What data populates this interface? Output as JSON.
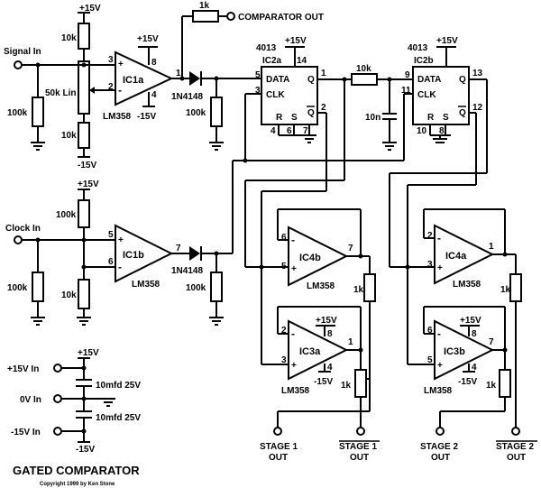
{
  "diagram": {
    "title": "GATED COMPARATOR",
    "copyright": "Copyright 1999 by Ken Stone"
  },
  "opamps": {
    "ic1a": {
      "name": "IC1a",
      "part": "LM358",
      "pin_plus": "3",
      "pin_minus": "2",
      "pin_out": "1",
      "pin_vpos": "8",
      "pin_vneg": "4",
      "vpos": "+15V",
      "vneg": "-15V"
    },
    "ic1b": {
      "name": "IC1b",
      "part": "LM358",
      "pin_plus": "5",
      "pin_minus": "6",
      "pin_out": "7"
    },
    "ic4b": {
      "name": "IC4b",
      "part": "LM358",
      "pin_minus": "6",
      "pin_plus": "5",
      "pin_out": "7"
    },
    "ic3a": {
      "name": "IC3a",
      "part": "LM358",
      "pin_minus": "2",
      "pin_plus": "3",
      "pin_out": "1",
      "pin_vpos": "8",
      "pin_vneg": "4",
      "vpos": "+15V",
      "vneg": "-15V"
    },
    "ic4a": {
      "name": "IC4a",
      "part": "LM358",
      "pin_minus": "2",
      "pin_plus": "3",
      "pin_out": "1"
    },
    "ic3b": {
      "name": "IC3b",
      "part": "LM358",
      "pin_minus": "6",
      "pin_plus": "5",
      "pin_out": "7",
      "pin_vpos": "8",
      "pin_vneg": "4",
      "vpos": "+15V",
      "vneg": "-15V"
    }
  },
  "flipflops": {
    "ic2a": {
      "part": "4013",
      "name": "IC2a",
      "vdd": "+15V",
      "pin_vdd": "14",
      "data": "DATA",
      "clk": "CLK",
      "q": "Q",
      "qbar": "Q",
      "r": "R",
      "s": "S",
      "pin_data": "5",
      "pin_clk": "3",
      "pin_q": "1",
      "pin_qbar": "2",
      "pin_r": "4",
      "pin_s": "6",
      "pin_gnd": "7"
    },
    "ic2b": {
      "part": "4013",
      "name": "IC2b",
      "vdd": "+15V",
      "data": "DATA",
      "clk": "CLK",
      "q": "Q",
      "qbar": "Q",
      "r": "R",
      "s": "S",
      "pin_data": "9",
      "pin_clk": "11",
      "pin_q": "13",
      "pin_qbar": "12",
      "pin_r": "10",
      "pin_s": "8"
    }
  },
  "components": {
    "r_10k_top": "10k",
    "r_10k_bot": "10k",
    "pot_50k": "50k Lin",
    "r_100k_sig": "100k",
    "r_1k_comp": "1k",
    "d1": "1N4148",
    "r_100k_d1": "100k",
    "r_100k_clk_top": "100k",
    "r_10k_clk": "10k",
    "r_100k_clk": "100k",
    "d2": "1N4148",
    "r_100k_d2": "100k",
    "r_10k_mid": "10k",
    "c_10n": "10n",
    "r_1k_ic4b": "1k",
    "r_1k_ic3a": "1k",
    "r_1k_ic4a": "1k",
    "r_1k_ic3b": "1k",
    "c_sup1": "10mfd 25V",
    "c_sup2": "10mfd 25V"
  },
  "rails": {
    "p15_a": "+15V",
    "m15_a": "-15V",
    "p15_b": "+15V",
    "p15_c": "+15V",
    "m15_c": "-15V"
  },
  "io": {
    "signal_in": "Signal In",
    "clock_in": "Clock In",
    "comparator_out": "COMPARATOR OUT",
    "p15_in": "+15V In",
    "zero_in": "0V In",
    "m15_in": "-15V In",
    "stage1_l1": "STAGE 1",
    "stage1_l2": "OUT",
    "stage1n_l1": "STAGE 1",
    "stage1n_l2": "OUT",
    "stage2_l1": "STAGE 2",
    "stage2_l2": "OUT",
    "stage2n_l1": "STAGE 2",
    "stage2n_l2": "OUT"
  }
}
